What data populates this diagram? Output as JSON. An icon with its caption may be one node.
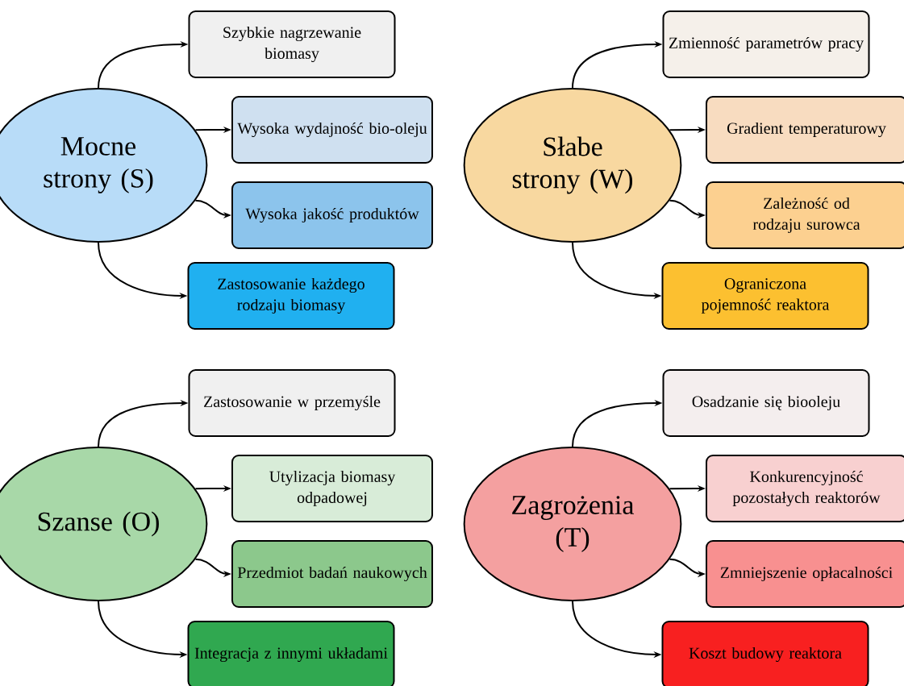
{
  "diagram": {
    "nodes": [
      {
        "text": [
          "Mocne strony (S)"
        ]
      },
      {
        "text": [
          "Szybkie nagrzewanie biomasy"
        ]
      },
      {
        "text": [
          "Wysoka wydajność bio-oleju"
        ]
      },
      {
        "text": [
          "Wysoka jakość produktów"
        ]
      },
      {
        "text": [
          "Zastosowanie każdego rodzaju biomasy"
        ]
      },
      {
        "text": [
          "Słabe strony (W)"
        ]
      },
      {
        "text": [
          "Zmienność parametrów pracy"
        ]
      },
      {
        "text": [
          "Gradient temperaturowy"
        ]
      },
      {
        "text": [
          "Zależność od rodzaju surowca"
        ]
      },
      {
        "text": [
          "Ograniczona pojemność reaktora"
        ]
      },
      {
        "text": [
          "Szanse (O)"
        ]
      },
      {
        "text": [
          "Zastosowanie w przemyśle"
        ]
      },
      {
        "text": [
          "Utylizacja biomasy odpadowej"
        ]
      },
      {
        "text": [
          "Przedmiot badań naukowych"
        ]
      },
      {
        "text": [
          "Integracja z innymi układami"
        ]
      },
      {
        "text": [
          "Zagrożenia (T)"
        ]
      },
      {
        "text": [
          "Osadzanie się biooleju"
        ]
      },
      {
        "text": [
          "Konkurencyjność pozostałych reaktorów"
        ]
      },
      {
        "text": [
          "Zmniejszenie opłacalności"
        ]
      },
      {
        "text": [
          "Koszt budowy reaktora"
        ]
      }
    ],
    "edges": [
      {
        "from": 0,
        "to": 1,
        "arrow": "to"
      },
      {
        "from": 0,
        "to": 2,
        "arrow": "to"
      },
      {
        "from": 0,
        "to": 3,
        "arrow": "to"
      },
      {
        "from": 0,
        "to": 4,
        "arrow": "to"
      },
      {
        "from": 5,
        "to": 6,
        "arrow": "to"
      },
      {
        "from": 5,
        "to": 7,
        "arrow": "to"
      },
      {
        "from": 5,
        "to": 8,
        "arrow": "to"
      },
      {
        "from": 5,
        "to": 9,
        "arrow": "to"
      },
      {
        "from": 10,
        "to": 11,
        "arrow": "to"
      },
      {
        "from": 10,
        "to": 12,
        "arrow": "to"
      },
      {
        "from": 10,
        "to": 13,
        "arrow": "to"
      },
      {
        "from": 10,
        "to": 14,
        "arrow": "to"
      },
      {
        "from": 15,
        "to": 16,
        "arrow": "to"
      },
      {
        "from": 15,
        "to": 17,
        "arrow": "to"
      },
      {
        "from": 15,
        "to": 18,
        "arrow": "to"
      },
      {
        "from": 15,
        "to": 19,
        "arrow": "to"
      }
    ]
  }
}
